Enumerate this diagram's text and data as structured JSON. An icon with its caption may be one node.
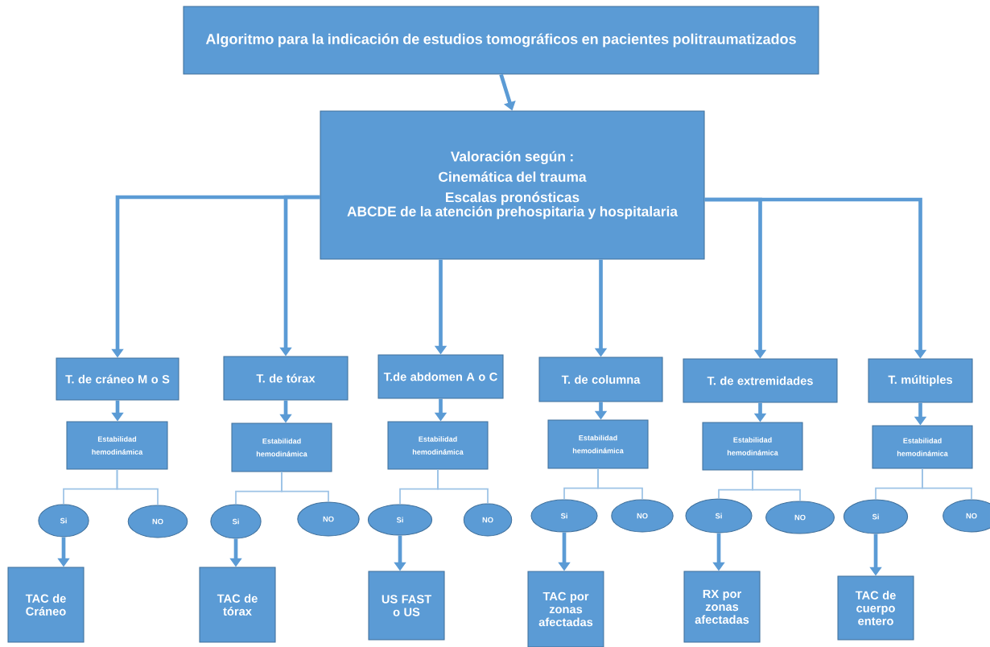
{
  "diagram": {
    "nodes": [
      {
        "text": [
          "Algoritmo para la indicación de estudios tomográficos en pacientes politraumatizados"
        ]
      },
      {
        "text": [
          "Valoración según :",
          "Cinemática del trauma",
          "Escalas pronósticas",
          "ABCDE de la atención prehospitaria y hospitalaria"
        ]
      },
      {
        "text": [
          "T. de cráneo M o S"
        ]
      },
      {
        "text": [
          "Estabilidad hemodinámica"
        ]
      },
      {
        "text": [
          "Si"
        ]
      },
      {
        "text": [
          "NO"
        ]
      },
      {
        "text": [
          "TAC de Cráneo"
        ]
      },
      {
        "text": [
          "T. de tórax"
        ]
      },
      {
        "text": [
          "Estabilidad hemodinámica"
        ]
      },
      {
        "text": [
          "Si"
        ]
      },
      {
        "text": [
          "NO"
        ]
      },
      {
        "text": [
          "TAC de tórax"
        ]
      },
      {
        "text": [
          "T.de abdomen A o C"
        ]
      },
      {
        "text": [
          "Estabilidad hemodinámica"
        ]
      },
      {
        "text": [
          "Si"
        ]
      },
      {
        "text": [
          "NO"
        ]
      },
      {
        "text": [
          "US  FAST o US"
        ]
      },
      {
        "text": [
          "T. de columna"
        ]
      },
      {
        "text": [
          "Estabilidad hemodinámica"
        ]
      },
      {
        "text": [
          "Si"
        ]
      },
      {
        "text": [
          "NO"
        ]
      },
      {
        "text": [
          "TAC por zonas afectadas"
        ]
      },
      {
        "text": [
          "T. de extremidades"
        ]
      },
      {
        "text": [
          "Estabilidad hemodinámica"
        ]
      },
      {
        "text": [
          "Si"
        ]
      },
      {
        "text": [
          "NO"
        ]
      },
      {
        "text": [
          "RX por zonas afectadas"
        ]
      },
      {
        "text": [
          "T. múltiples"
        ]
      },
      {
        "text": [
          "Estabilidad hemodinámica"
        ]
      },
      {
        "text": [
          "Si"
        ]
      },
      {
        "text": [
          "NO"
        ]
      },
      {
        "text": [
          "TAC de cuerpo entero"
        ]
      }
    ],
    "edges": [
      {
        "from": 0,
        "to": 1,
        "arrow": "to"
      },
      {
        "from": 1,
        "to": 2,
        "arrow": "to"
      },
      {
        "from": 2,
        "to": 3,
        "arrow": "to"
      },
      {
        "from": 3,
        "to": 4,
        "arrow": "none",
        "color": "#9dc3e6"
      },
      {
        "from": 3,
        "to": 5,
        "arrow": "none",
        "color": "#9dc3e6"
      },
      {
        "from": 4,
        "to": 6,
        "arrow": "to"
      },
      {
        "from": 1,
        "to": 7,
        "arrow": "to"
      },
      {
        "from": 7,
        "to": 8,
        "arrow": "to"
      },
      {
        "from": 8,
        "to": 9,
        "arrow": "none",
        "color": "#9dc3e6"
      },
      {
        "from": 8,
        "to": 10,
        "arrow": "none",
        "color": "#9dc3e6"
      },
      {
        "from": 9,
        "to": 11,
        "arrow": "to"
      },
      {
        "from": 1,
        "to": 12,
        "arrow": "to"
      },
      {
        "from": 12,
        "to": 13,
        "arrow": "to"
      },
      {
        "from": 13,
        "to": 14,
        "arrow": "none",
        "color": "#9dc3e6"
      },
      {
        "from": 13,
        "to": 15,
        "arrow": "none",
        "color": "#9dc3e6"
      },
      {
        "from": 14,
        "to": 16,
        "arrow": "to"
      },
      {
        "from": 1,
        "to": 17,
        "arrow": "to"
      },
      {
        "from": 17,
        "to": 18,
        "arrow": "to"
      },
      {
        "from": 18,
        "to": 19,
        "arrow": "none",
        "color": "#9dc3e6"
      },
      {
        "from": 18,
        "to": 20,
        "arrow": "none",
        "color": "#9dc3e6"
      },
      {
        "from": 19,
        "to": 21,
        "arrow": "to"
      },
      {
        "from": 1,
        "to": 22,
        "arrow": "to"
      },
      {
        "from": 22,
        "to": 23,
        "arrow": "to"
      },
      {
        "from": 23,
        "to": 24,
        "arrow": "none",
        "color": "#9dc3e6"
      },
      {
        "from": 23,
        "to": 25,
        "arrow": "none",
        "color": "#9dc3e6"
      },
      {
        "from": 24,
        "to": 26,
        "arrow": "to"
      },
      {
        "from": 1,
        "to": 27,
        "arrow": "to"
      },
      {
        "from": 27,
        "to": 28,
        "arrow": "to"
      },
      {
        "from": 28,
        "to": 29,
        "arrow": "none",
        "color": "#9dc3e6"
      },
      {
        "from": 28,
        "to": 30,
        "arrow": "none",
        "color": "#9dc3e6"
      },
      {
        "from": 29,
        "to": 31,
        "arrow": "to"
      }
    ]
  }
}
